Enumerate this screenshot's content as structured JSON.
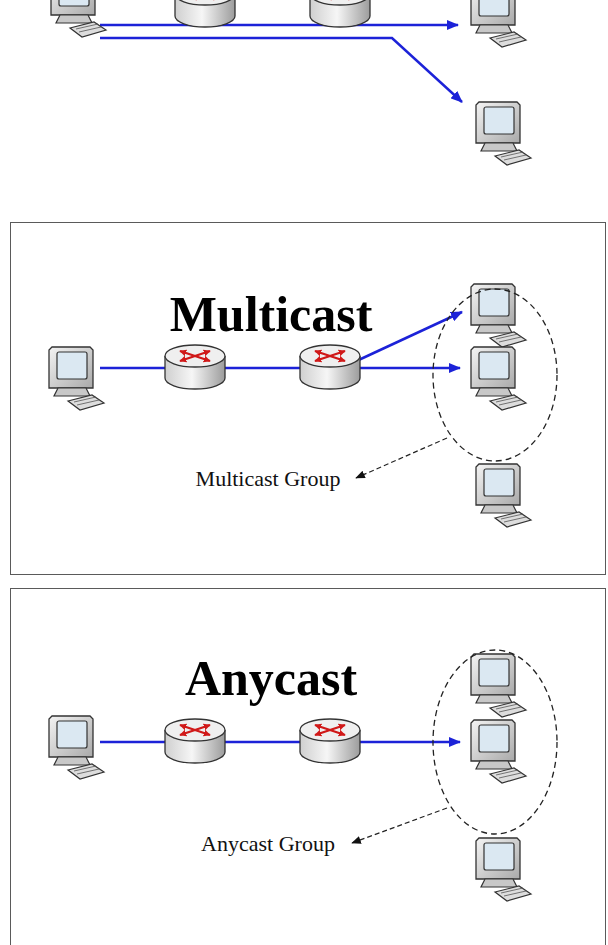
{
  "diagram": {
    "nodes": [
      {
        "text": [
          "Multicast"
        ]
      },
      {
        "text": [
          "Anycast"
        ]
      }
    ],
    "labels": [
      "Multicast Group",
      "Anycast Group"
    ]
  }
}
